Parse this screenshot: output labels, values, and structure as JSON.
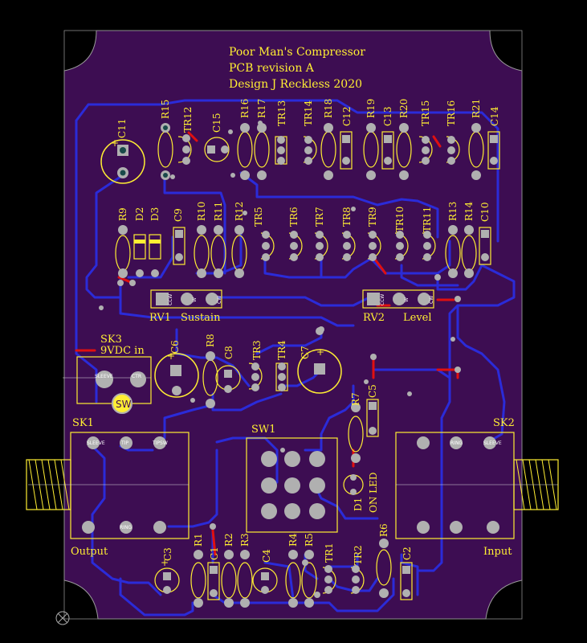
{
  "colors": {
    "board": "#3d0d52",
    "trace_bottom": "#2b2bd8",
    "trace_top": "#e01010",
    "silkscreen": "#ffee33",
    "pad": "#b0b0b0",
    "pad_hole": "#1a4a4a",
    "board_edge": "#9a9a9a"
  },
  "title": {
    "line1": "Poor Man's Compressor",
    "line2": "PCB revision A",
    "line3": "Design J Reckless 2020"
  },
  "designators": {
    "R15": "R15",
    "TR12": "TR12",
    "C15": "C15",
    "R16": "R16",
    "R17": "R17",
    "TR13": "TR13",
    "TR14": "TR14",
    "R18": "R18",
    "C12": "C12",
    "R19": "R19",
    "C13": "C13",
    "R20": "R20",
    "TR15": "TR15",
    "TR16": "TR16",
    "R21": "R21",
    "C14": "C14",
    "C11": "C11",
    "R9": "R9",
    "D2": "D2",
    "D3": "D3",
    "C9": "C9",
    "R10": "R10",
    "R11": "R11",
    "R12": "R12",
    "TR5": "TR5",
    "TR6": "TR6",
    "TR7": "TR7",
    "TR8": "TR8",
    "TR9": "TR9",
    "TR10": "TR10",
    "TR11": "TR11",
    "R13": "R13",
    "R14": "R14",
    "C10": "C10",
    "R8": "R8",
    "C6": "C6",
    "C8": "C8",
    "TR3": "TR3",
    "TR4": "TR4",
    "C7": "C7",
    "R7": "R7",
    "C5": "C5",
    "SW1": "SW1",
    "R1": "R1",
    "C1": "C1",
    "R2": "R2",
    "R3": "R3",
    "C3": "C3",
    "C4": "C4",
    "R4": "R4",
    "R5": "R5",
    "TR1": "TR1",
    "TR2": "TR2",
    "R6": "R6",
    "C2": "C2",
    "D1": "D1",
    "SK1": "SK1",
    "SK2": "SK2",
    "SK3": "SK3",
    "RV1": "RV1",
    "RV2": "RV2"
  },
  "labels": {
    "sk3_desc": "9VDC in",
    "rv1_desc": "Sustain",
    "rv2_desc": "Level",
    "sk1_desc": "Output",
    "sk2_desc": "Input",
    "led_desc": "ON LED",
    "sw_pad": "SW",
    "plus": "+"
  },
  "pad_labels": {
    "ccw": "CCW",
    "w": "W",
    "cw": "CW",
    "sleeve": "SLEEVE",
    "tip": "TIP",
    "ring": "RING",
    "tipsw": "TIPSW",
    "ctr": "CTR"
  }
}
